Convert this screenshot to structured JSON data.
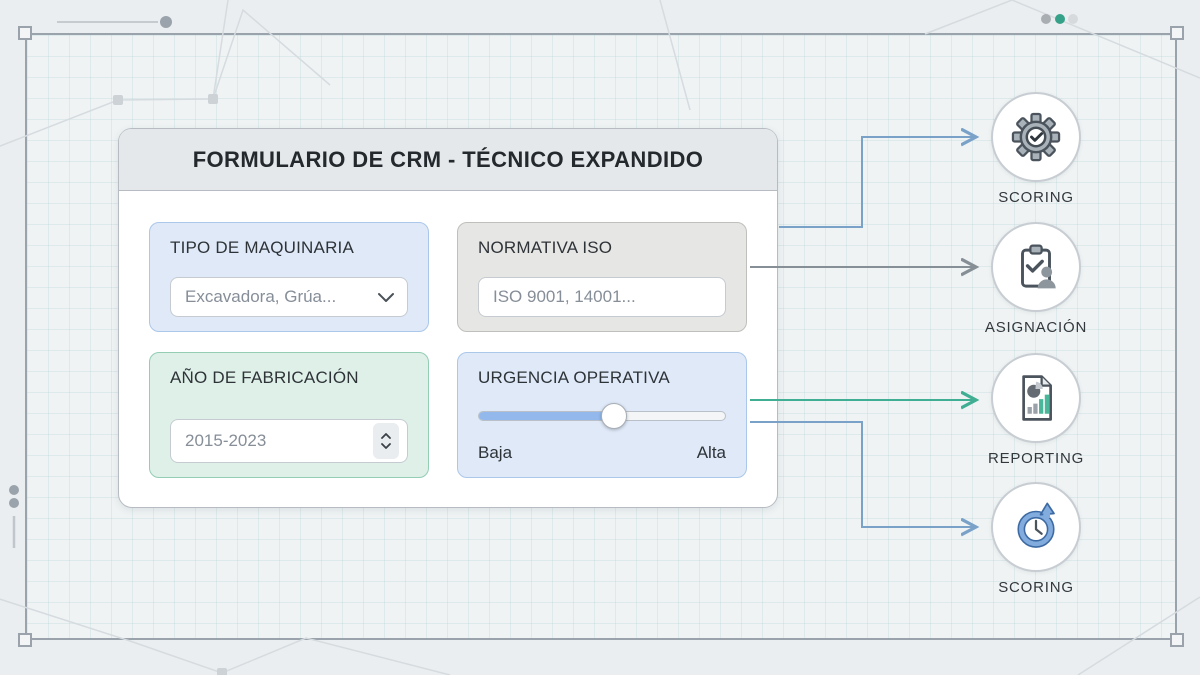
{
  "form": {
    "title": "FORMULARIO DE CRM - TÉCNICO EXPANDIDO",
    "fields": [
      {
        "label": "TIPO DE MAQUINARIA",
        "control": "dropdown",
        "value": "Excavadora, Grúa...",
        "icon": "chevron-down-icon"
      },
      {
        "label": "NORMATIVA ISO",
        "control": "text-input",
        "value": "ISO 9001, 14001..."
      },
      {
        "label": "AÑO DE FABRICACIÓN",
        "control": "number-stepper",
        "value": "2015-2023",
        "icon": "stepper-arrows-icon"
      },
      {
        "label": "URGENCIA OPERATIVA",
        "control": "slider",
        "value_percent": 55,
        "min_label": "Baja",
        "max_label": "Alta"
      }
    ]
  },
  "outputs": [
    {
      "label": "SCORING",
      "icon": "gear-check-icon",
      "connector": "step-up",
      "connector_color": "#7aa2c9"
    },
    {
      "label": "ASIGNACIÓN",
      "icon": "clipboard-user-icon",
      "connector": "straight",
      "connector_color": "#878f96"
    },
    {
      "label": "REPORTING",
      "icon": "report-chart-icon",
      "connector": "straight",
      "connector_color": "#3fae92"
    },
    {
      "label": "SCORING",
      "icon": "clock-refresh-icon",
      "connector": "step-down",
      "connector_color": "#7aa2c9"
    }
  ],
  "colors": {
    "machinery_card_bg": "#dfe9f8",
    "machinery_card_border": "#abc7e9",
    "iso_card_bg": "#e6e6e4",
    "iso_card_border": "#bfbfbb",
    "year_card_bg": "#def0e8",
    "year_card_border": "#93cdb4",
    "urgency_card_bg": "#dfe9f8",
    "urgency_card_border": "#abc7e9",
    "slider_fill": "#93b9ec",
    "arrow_blue": "#7aa2c9",
    "arrow_gray": "#878f96",
    "arrow_teal": "#3fae92",
    "status_dots": [
      "#a9aeb3",
      "#36a189",
      "#d6dadd"
    ]
  }
}
